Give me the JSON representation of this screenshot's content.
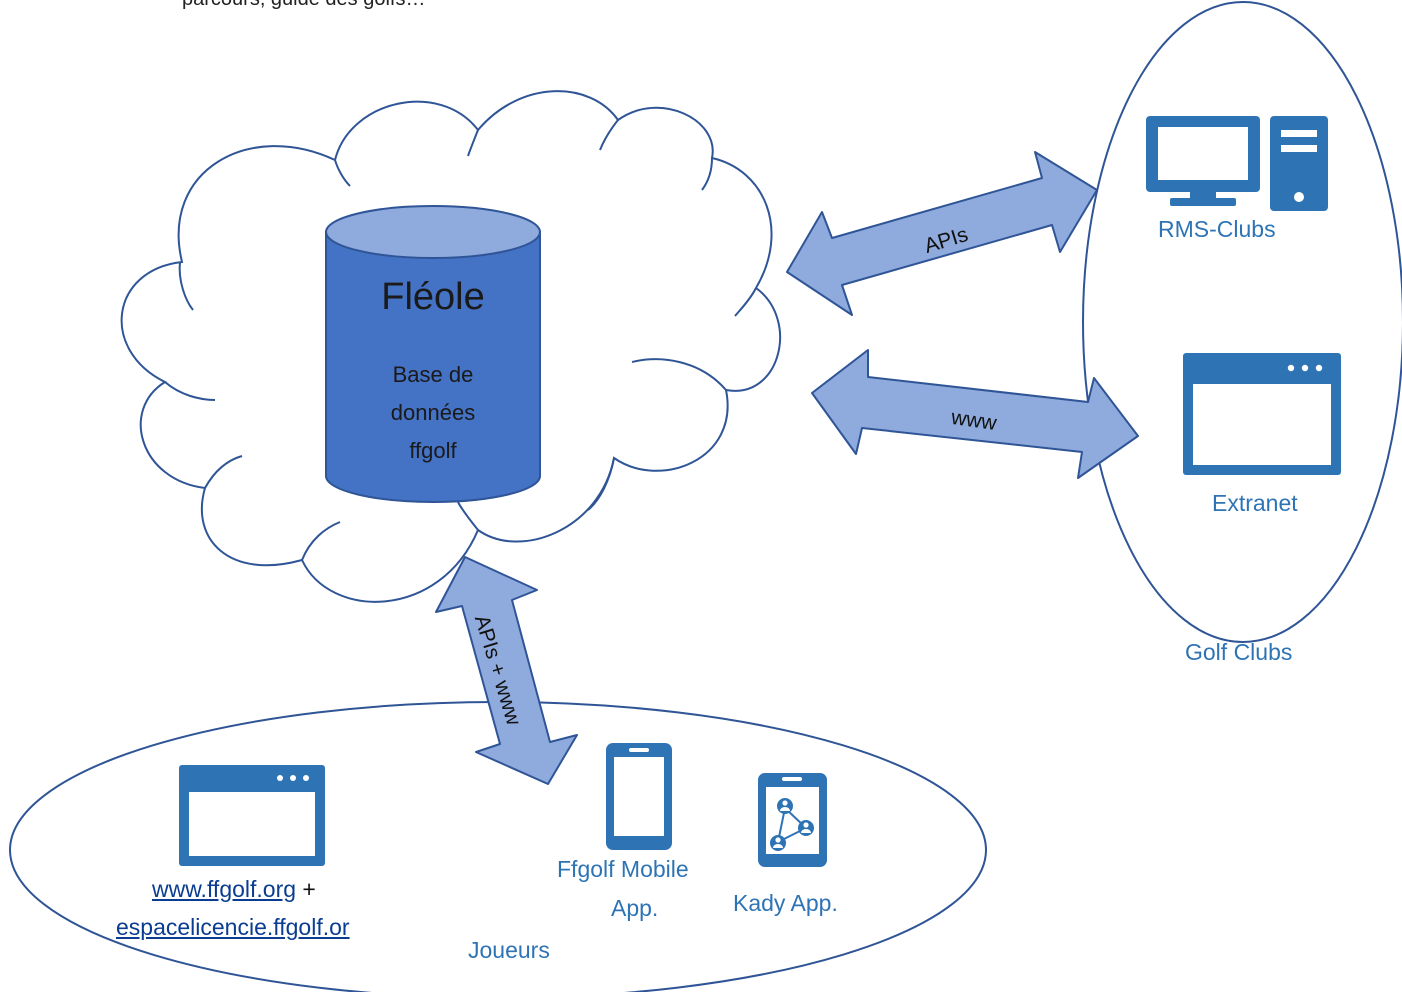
{
  "top_text": "parcours, guide des golfs…",
  "database": {
    "title": "Fléole",
    "subtitle_lines": [
      "Base de",
      "données",
      "ffgolf"
    ]
  },
  "arrows": {
    "apis": "APIs",
    "www": "www",
    "apis_www": "APIs + www"
  },
  "golf_clubs": {
    "group_label": "Golf Clubs",
    "rms": "RMS-Clubs",
    "extranet": "Extranet"
  },
  "joueurs": {
    "group_label": "Joueurs",
    "site_link": "www.ffgolf.org",
    "site_plus": " +",
    "espace_link": "espacelicencie.ffgolf.or",
    "mobile_line1": "Ffgolf Mobile",
    "mobile_line2": "App.",
    "kady": "Kady App."
  },
  "colors": {
    "db_fill": "#4472c4",
    "db_top": "#8faadc",
    "outline": "#2f5597",
    "arrow_fill": "#8faadc",
    "icon_blue": "#2e74b5"
  }
}
